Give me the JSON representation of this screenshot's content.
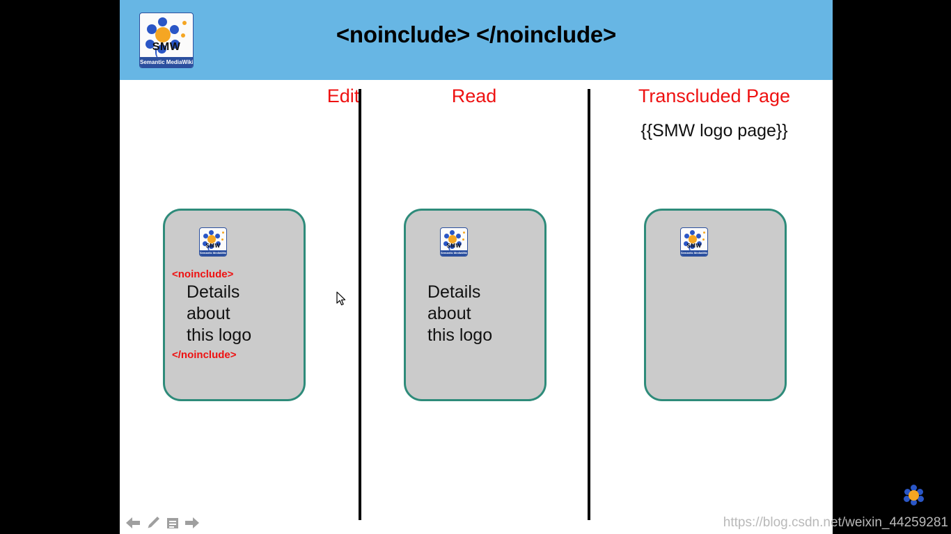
{
  "slide": {
    "header": {
      "title": "<noinclude> </noinclude>",
      "logo": {
        "wordmark": "SMW",
        "band_label": "Semantic MediaWiki"
      },
      "background_color": "#67b6e4"
    },
    "columns": [
      {
        "heading": "Edit",
        "subtitle": "",
        "card": {
          "logo": {
            "wordmark": "SMW",
            "band_label": "Semantic MediaWiki"
          },
          "open_tag": "<noinclude>",
          "body": "Details\nabout\nthis logo",
          "close_tag": "</noinclude>"
        }
      },
      {
        "heading": "Read",
        "subtitle": "",
        "card": {
          "logo": {
            "wordmark": "SMW",
            "band_label": "Semantic MediaWiki"
          },
          "open_tag": "",
          "body": "Details\nabout\nthis logo",
          "close_tag": ""
        }
      },
      {
        "heading": "Transcluded Page",
        "subtitle": "{{SMW logo page}}",
        "card": {
          "logo": {
            "wordmark": "SMW",
            "band_label": "Semantic MediaWiki"
          },
          "open_tag": "",
          "body": "",
          "close_tag": ""
        }
      }
    ],
    "colors": {
      "heading_red": "#ee1111",
      "card_fill": "#cbcbcb",
      "card_border": "#2e8b7a",
      "header_blue": "#67b6e4",
      "divider": "#000000"
    },
    "nav": {
      "back_label": "Previous",
      "pen_label": "Pen",
      "menu_label": "Menu",
      "forward_label": "Next"
    }
  },
  "watermark": {
    "text": "https://blog.csdn.net/weixin_44259281"
  }
}
